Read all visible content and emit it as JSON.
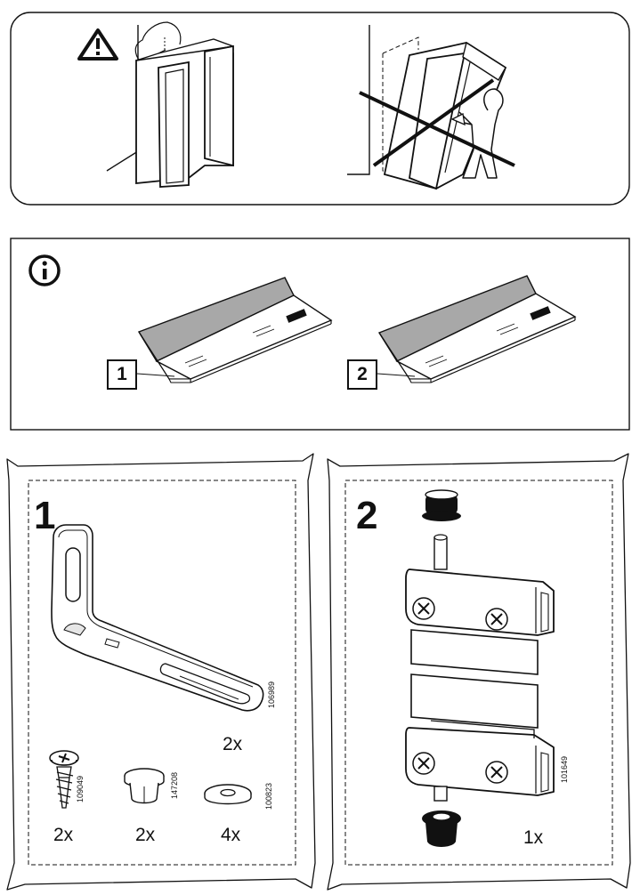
{
  "warning_panel": {
    "warning_icon": "warning-triangle-icon",
    "correct_illustration": "wardrobe-anchored-to-wall",
    "wrong_illustration": "wardrobe-tipping-over-crossed"
  },
  "info_panel": {
    "info_icon": "info-circle-icon",
    "shelves": [
      {
        "label": "1"
      },
      {
        "label": "2"
      }
    ]
  },
  "parts_bag_1": {
    "number": "1",
    "parts": [
      {
        "id": "106989",
        "quantity": "2x",
        "icon": "l-bracket-icon"
      },
      {
        "id": "109049",
        "quantity": "2x",
        "icon": "screw-icon"
      },
      {
        "id": "147208",
        "quantity": "2x",
        "icon": "cap-icon"
      },
      {
        "id": "100823",
        "quantity": "4x",
        "icon": "washer-icon"
      }
    ]
  },
  "parts_bag_2": {
    "number": "2",
    "parts": [
      {
        "id": "101649",
        "quantity": "1x",
        "icon": "glass-hinge-clamp-icon"
      }
    ]
  },
  "colors": {
    "line": "#111111",
    "shelf_gray": "#a8a8a8",
    "part_gray": "#e6e6e6"
  }
}
